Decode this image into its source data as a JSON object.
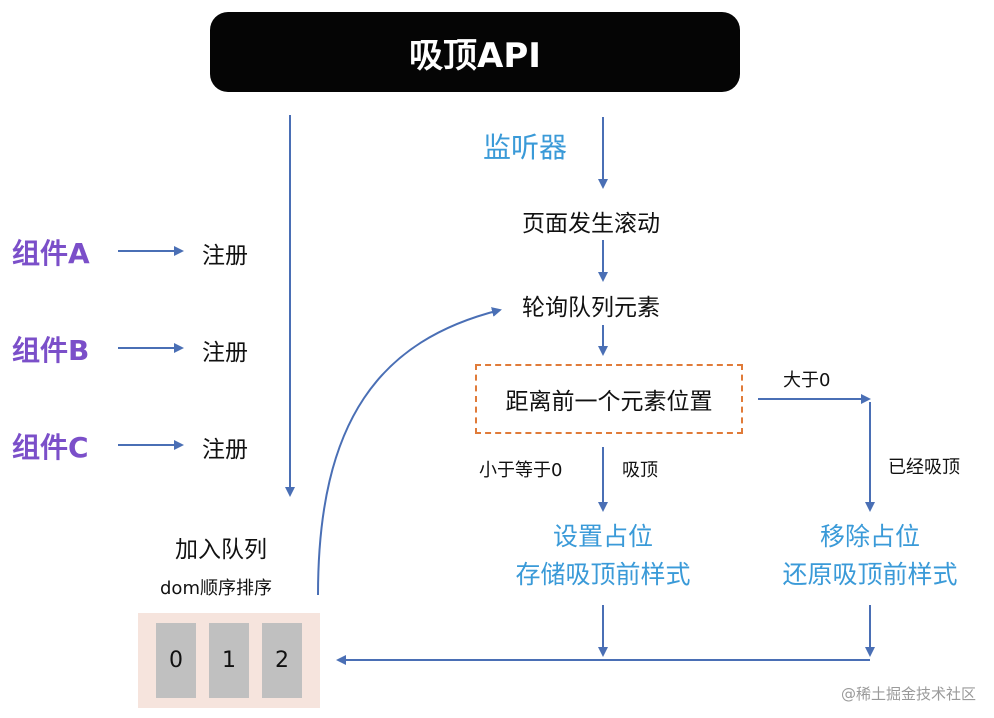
{
  "title": "吸顶API",
  "components": [
    {
      "name": "组件A",
      "action": "注册"
    },
    {
      "name": "组件B",
      "action": "注册"
    },
    {
      "name": "组件C",
      "action": "注册"
    }
  ],
  "listener": "监听器",
  "steps": {
    "scroll": "页面发生滚动",
    "poll": "轮询队列元素",
    "distance": "距离前一个元素位置"
  },
  "labels": {
    "less_equal": "小于等于0",
    "stick": "吸顶",
    "greater": "大于0",
    "already": "已经吸顶"
  },
  "left_result": [
    "设置占位",
    "存储吸顶前样式"
  ],
  "right_result": [
    "移除占位",
    "还原吸顶前样式"
  ],
  "queue": {
    "title": "加入队列",
    "subtitle": "dom顺序排序",
    "cells": [
      "0",
      "1",
      "2"
    ]
  },
  "watermark": "@稀土掘金技术社区",
  "colors": {
    "arrow": "#4a6fb5",
    "component": "#7b4fc9",
    "highlight": "#3a9ad8",
    "dashed_border": "#e07b39",
    "queue_bg": "#f6e4dd"
  }
}
